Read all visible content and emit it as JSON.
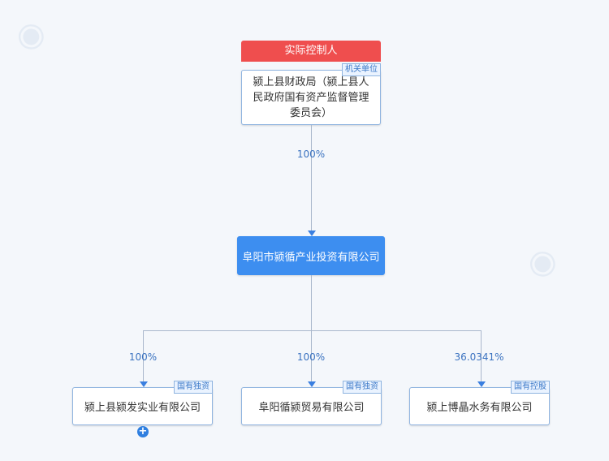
{
  "controller_label": "实际控制人",
  "root": {
    "name": "颍上县财政局（颍上县人民政府国有资产监督管理委员会）",
    "badge": "机关单位",
    "share": "100%"
  },
  "center": {
    "name": "阜阳市颍循产业投资有限公司"
  },
  "children": [
    {
      "name": "颍上县颍发实业有限公司",
      "badge": "国有独资",
      "share": "100%"
    },
    {
      "name": "阜阳循颍贸易有限公司",
      "badge": "国有独资",
      "share": "100%"
    },
    {
      "name": "颍上博晶水务有限公司",
      "badge": "国有控股",
      "share": "36.0341%"
    }
  ],
  "colors": {
    "accent": "#3d8ef0",
    "controller": "#ef4e4e"
  }
}
